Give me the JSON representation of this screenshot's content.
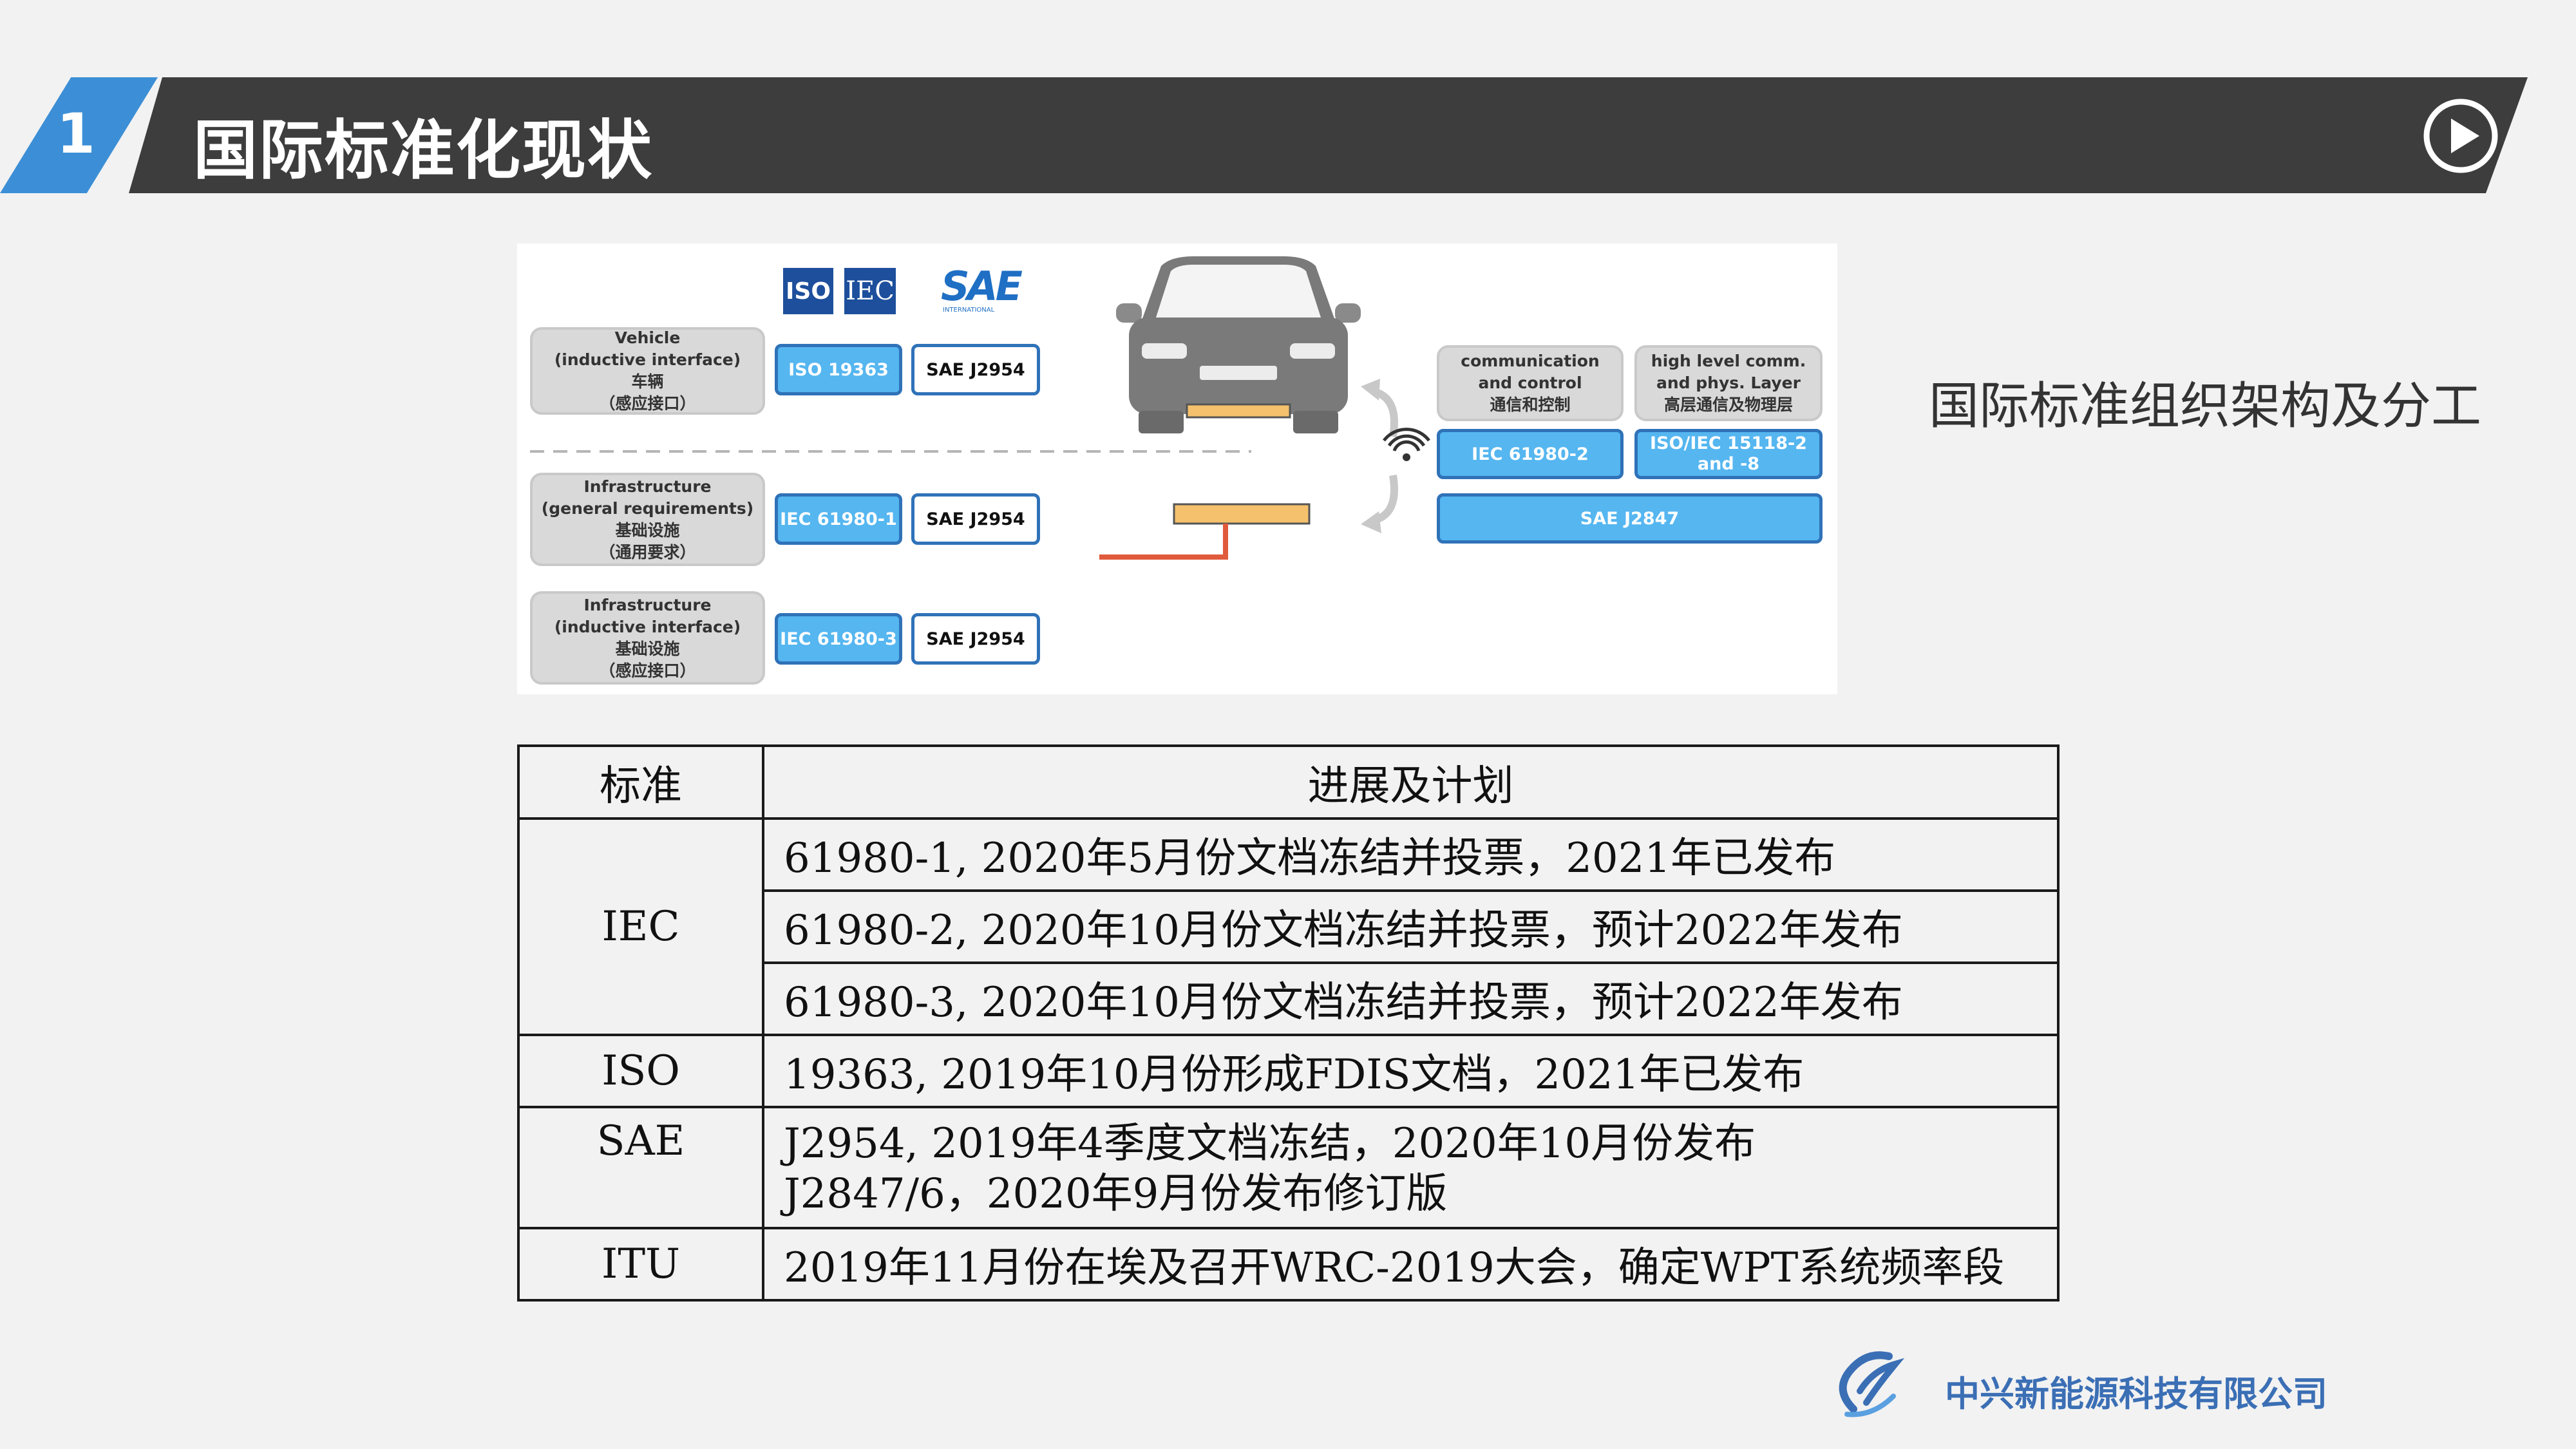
{
  "header": {
    "section_number": "1",
    "title": "国际标准化现状",
    "play_icon": "play-circle-icon"
  },
  "diagram": {
    "logos": {
      "iso": "ISO",
      "iec": "IEC",
      "sae": "SAE",
      "sae_sub": "INTERNATIONAL"
    },
    "rows": [
      {
        "label": [
          "Vehicle",
          "(inductive interface)",
          "车辆",
          "（感应接口）"
        ],
        "iec": "ISO 19363",
        "sae": "SAE J2954"
      },
      {
        "label": [
          "Infrastructure",
          "(general requirements)",
          "基础设施",
          "（通用要求）"
        ],
        "iec": "IEC 61980-1",
        "sae": "SAE J2954"
      },
      {
        "label": [
          "Infrastructure",
          "(inductive interface)",
          "基础设施",
          "（感应接口）"
        ],
        "iec": "IEC 61980-3",
        "sae": "SAE J2954"
      }
    ],
    "comm": {
      "comm_control": [
        "communication",
        "and control",
        "通信和控制"
      ],
      "high_level": [
        "high level comm.",
        "and phys. Layer",
        "高层通信及物理层"
      ],
      "iec_61980_2": "IEC 61980-2",
      "iso_iec_15118": [
        "ISO/IEC 15118-2",
        "and -8"
      ],
      "sae_j2847": "SAE J2847"
    },
    "icons": [
      "car-icon",
      "wireless-signal-icon",
      "charging-pad-icon"
    ]
  },
  "side_caption": "国际标准组织架构及分工",
  "table": {
    "headers": [
      "标准",
      "进展及计划"
    ],
    "iec": {
      "name": "IEC",
      "plans": [
        "61980-1, 2020年5月份文档冻结并投票，2021年已发布",
        "61980-2, 2020年10月份文档冻结并投票，预计2022年发布",
        "61980-3, 2020年10月份文档冻结并投票，预计2022年发布"
      ]
    },
    "iso": {
      "name": "ISO",
      "plan": "19363, 2019年10月份形成FDIS文档，2021年已发布"
    },
    "sae": {
      "name": "SAE",
      "plans": [
        "J2954, 2019年4季度文档冻结，2020年10月份发布",
        "J2847/6，2020年9月份发布修订版"
      ]
    },
    "itu": {
      "name": "ITU",
      "plan": "2019年11月份在埃及召开WRC-2019大会，确定WPT系统频率段"
    }
  },
  "footer": {
    "company": "中兴新能源科技有限公司",
    "logo_icon": "company-logo-icon"
  }
}
